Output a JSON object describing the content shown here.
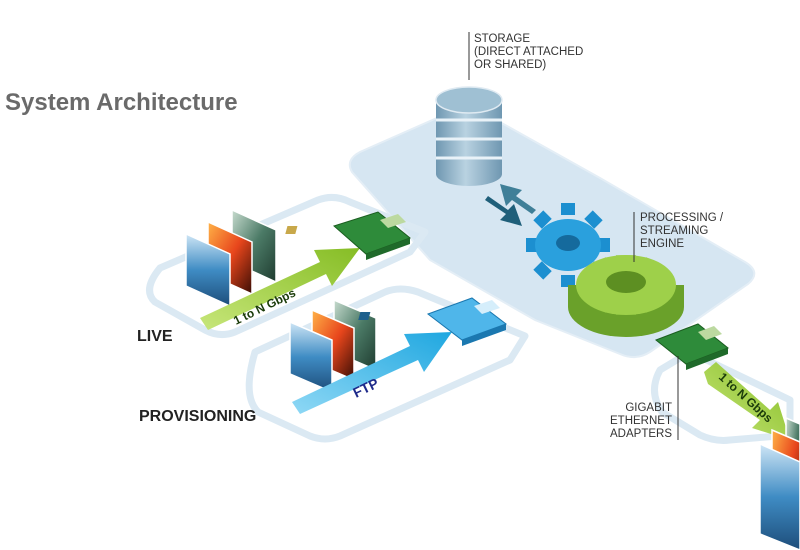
{
  "title": "System Architecture",
  "labels": {
    "live": "LIVE",
    "provisioning": "PROVISIONING"
  },
  "callouts": {
    "storage": [
      "STORAGE",
      "(DIRECT ATTACHED",
      "OR SHARED)"
    ],
    "engine": [
      "PROCESSING /",
      "STREAMING",
      "ENGINE"
    ],
    "adapters": [
      "GIGABIT",
      "ETHERNET",
      "ADAPTERS"
    ]
  },
  "arrows": {
    "live_in": "1 to N Gbps",
    "ftp_in": "FTP",
    "out": "1 to N Gbps"
  },
  "colors": {
    "platform": "#d6e6f2",
    "platform_outline": "#dceaf4",
    "green_arrow": "#9acd32",
    "blue_arrow": "#3db8e8",
    "green_gear": "#8cc63f",
    "blue_gear": "#1c8fd0",
    "storage": "#8fb3c9",
    "title": "#6a6a6a"
  },
  "icons": [
    "storage-cylinder-icon",
    "network-card-icon",
    "gear-icon",
    "video-frames-icon"
  ]
}
